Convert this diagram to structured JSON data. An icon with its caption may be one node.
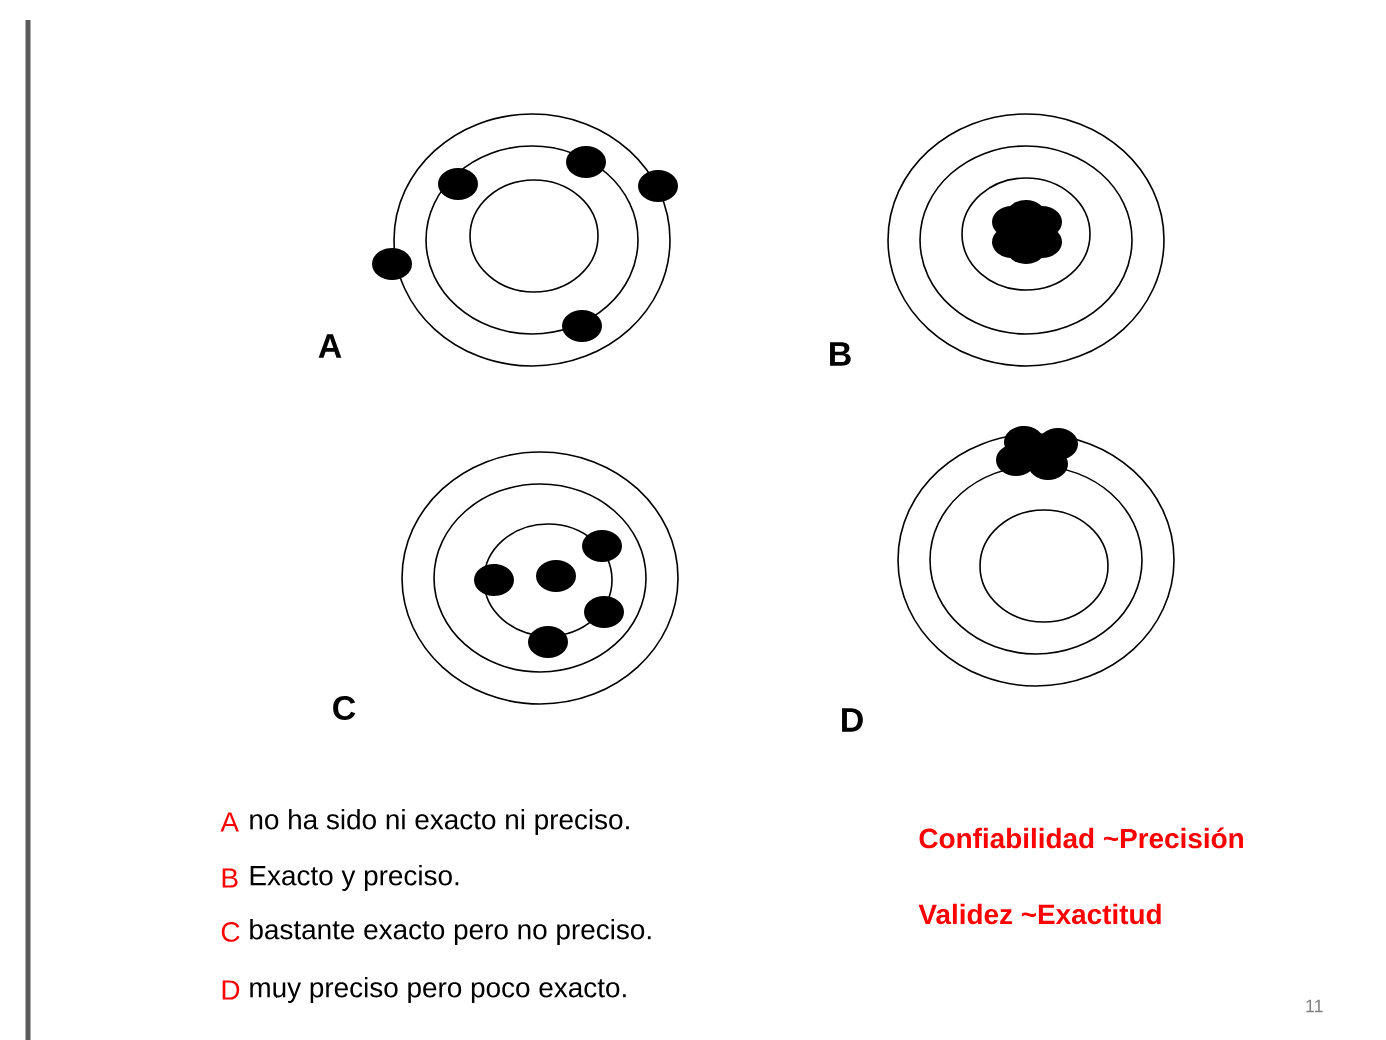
{
  "diagram": {
    "labels": [
      "A",
      "B",
      "C",
      "D",
      "A",
      "no ha sido ni exacto ni preciso.",
      "B",
      "Exacto y preciso.",
      "C",
      "bastante exacto pero no  preciso.",
      "D",
      "muy preciso pero poco exacto.",
      "Confiabilidad ~Precisión",
      "Validez ~Exactitud",
      "11"
    ]
  }
}
